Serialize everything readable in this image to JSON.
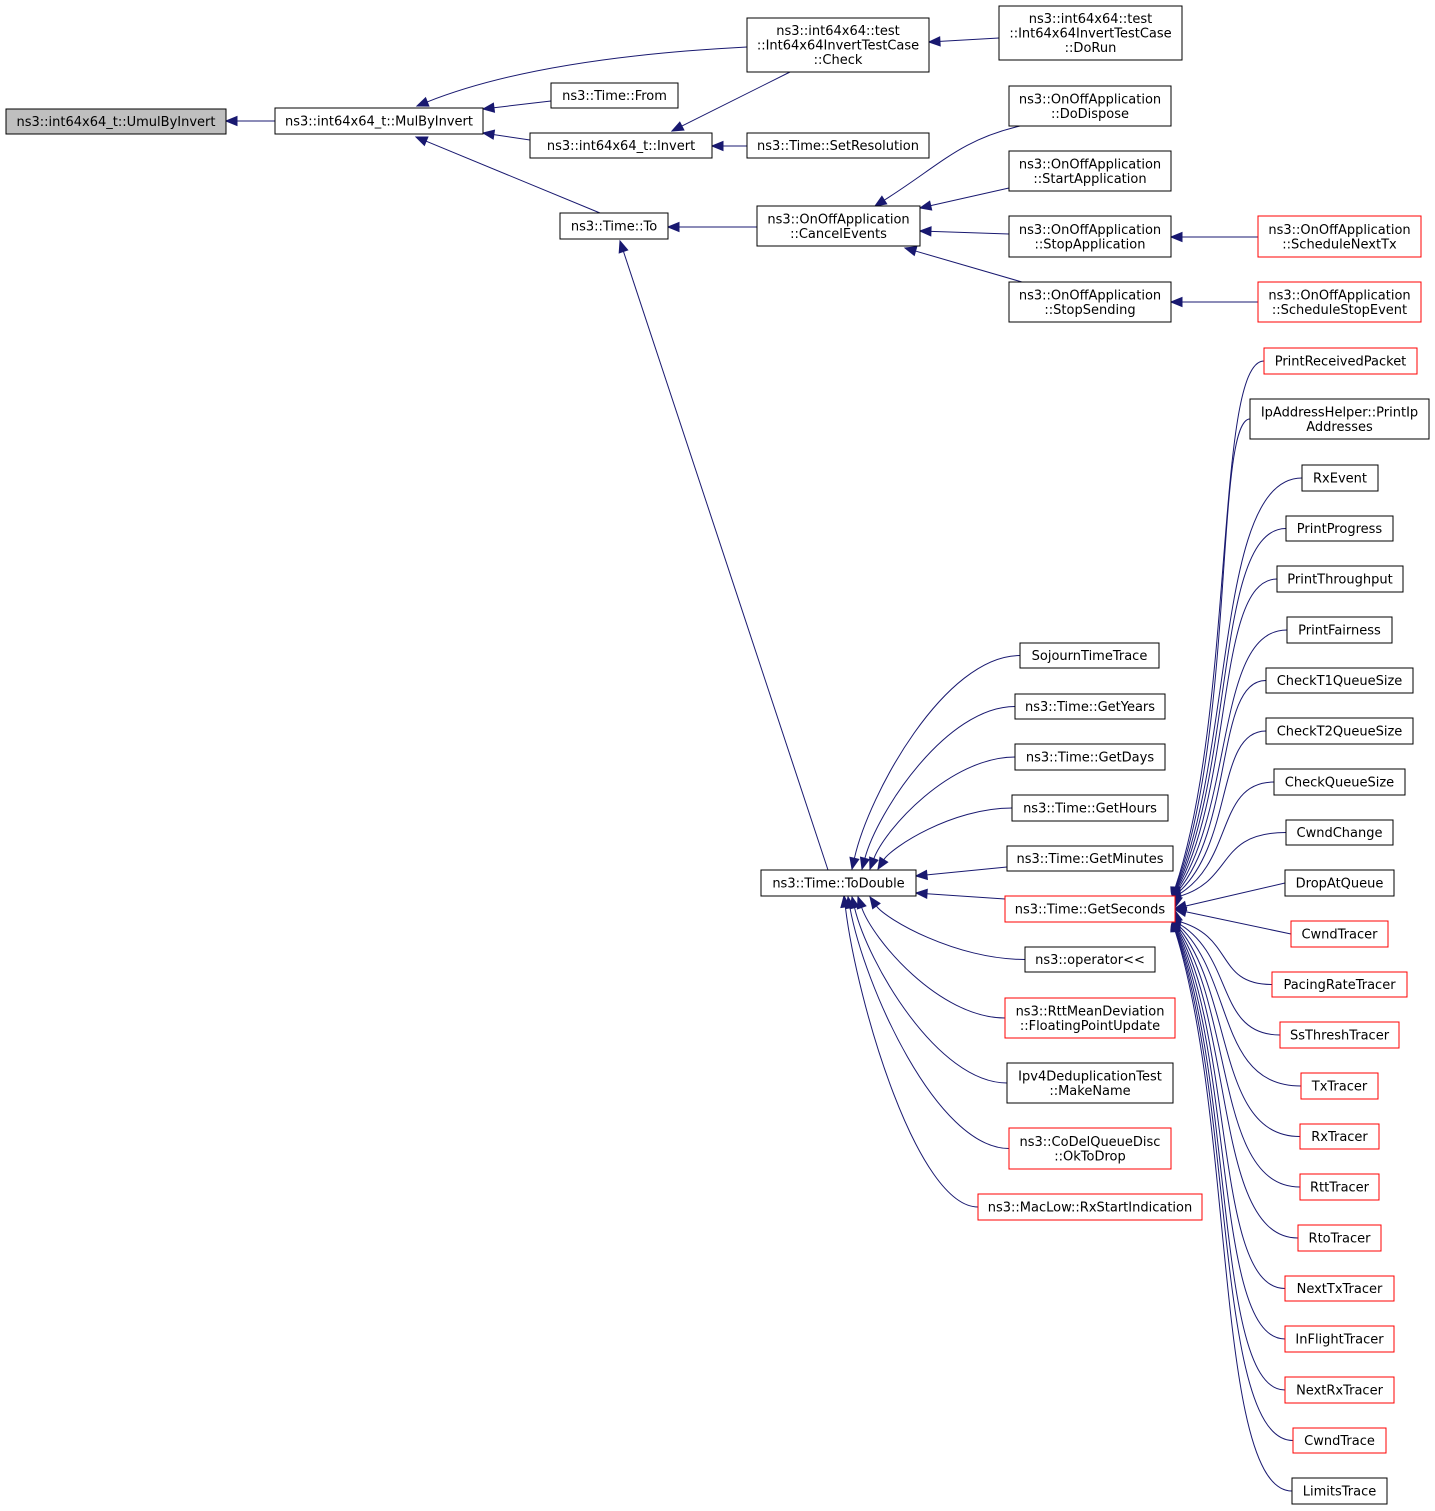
{
  "colors": {
    "edge": "#191970",
    "normal_border": "#000000",
    "truncated_border": "#ff0000",
    "root_fill": "#bfbfbf",
    "node_fill": "#ffffff"
  },
  "nodes": [
    {
      "id": "umul",
      "lines": [
        "ns3::int64x64_t::UmulByInvert"
      ],
      "style": "root"
    },
    {
      "id": "mulbyinvert",
      "lines": [
        "ns3::int64x64_t::MulByInvert"
      ],
      "style": "normal"
    },
    {
      "id": "check",
      "lines": [
        "ns3::int64x64::test",
        "::Int64x64InvertTestCase",
        "::Check"
      ],
      "style": "normal"
    },
    {
      "id": "dorun",
      "lines": [
        "ns3::int64x64::test",
        "::Int64x64InvertTestCase",
        "::DoRun"
      ],
      "style": "normal"
    },
    {
      "id": "from",
      "lines": [
        "ns3::Time::From"
      ],
      "style": "normal"
    },
    {
      "id": "invert",
      "lines": [
        "ns3::int64x64_t::Invert"
      ],
      "style": "normal"
    },
    {
      "id": "setres",
      "lines": [
        "ns3::Time::SetResolution"
      ],
      "style": "normal"
    },
    {
      "id": "to",
      "lines": [
        "ns3::Time::To"
      ],
      "style": "normal"
    },
    {
      "id": "cancel",
      "lines": [
        "ns3::OnOffApplication",
        "::CancelEvents"
      ],
      "style": "normal"
    },
    {
      "id": "dodispose",
      "lines": [
        "ns3::OnOffApplication",
        "::DoDispose"
      ],
      "style": "normal"
    },
    {
      "id": "startapp",
      "lines": [
        "ns3::OnOffApplication",
        "::StartApplication"
      ],
      "style": "normal"
    },
    {
      "id": "stopapp",
      "lines": [
        "ns3::OnOffApplication",
        "::StopApplication"
      ],
      "style": "normal"
    },
    {
      "id": "stopsend",
      "lines": [
        "ns3::OnOffApplication",
        "::StopSending"
      ],
      "style": "normal"
    },
    {
      "id": "schednexttx",
      "lines": [
        "ns3::OnOffApplication",
        "::ScheduleNextTx"
      ],
      "style": "truncated"
    },
    {
      "id": "schedstop",
      "lines": [
        "ns3::OnOffApplication",
        "::ScheduleStopEvent"
      ],
      "style": "truncated"
    },
    {
      "id": "todouble",
      "lines": [
        "ns3::Time::ToDouble"
      ],
      "style": "normal"
    },
    {
      "id": "sojourn",
      "lines": [
        "SojournTimeTrace"
      ],
      "style": "normal"
    },
    {
      "id": "getyears",
      "lines": [
        "ns3::Time::GetYears"
      ],
      "style": "normal"
    },
    {
      "id": "getdays",
      "lines": [
        "ns3::Time::GetDays"
      ],
      "style": "normal"
    },
    {
      "id": "gethours",
      "lines": [
        "ns3::Time::GetHours"
      ],
      "style": "normal"
    },
    {
      "id": "getminutes",
      "lines": [
        "ns3::Time::GetMinutes"
      ],
      "style": "normal"
    },
    {
      "id": "getseconds",
      "lines": [
        "ns3::Time::GetSeconds"
      ],
      "style": "truncated"
    },
    {
      "id": "operator",
      "lines": [
        "ns3::operator<<"
      ],
      "style": "normal"
    },
    {
      "id": "rttmean",
      "lines": [
        "ns3::RttMeanDeviation",
        "::FloatingPointUpdate"
      ],
      "style": "truncated"
    },
    {
      "id": "ipv4dedup",
      "lines": [
        "Ipv4DeduplicationTest",
        "::MakeName"
      ],
      "style": "normal"
    },
    {
      "id": "codel",
      "lines": [
        "ns3::CoDelQueueDisc",
        "::OkToDrop"
      ],
      "style": "truncated"
    },
    {
      "id": "maclow",
      "lines": [
        "ns3::MacLow::RxStartIndication"
      ],
      "style": "truncated"
    },
    {
      "id": "printrecv",
      "lines": [
        "PrintReceivedPacket"
      ],
      "style": "truncated"
    },
    {
      "id": "ipaddr",
      "lines": [
        "IpAddressHelper::PrintIp",
        "Addresses"
      ],
      "style": "normal"
    },
    {
      "id": "rxevent",
      "lines": [
        "RxEvent"
      ],
      "style": "normal"
    },
    {
      "id": "printprogress",
      "lines": [
        "PrintProgress"
      ],
      "style": "normal"
    },
    {
      "id": "printthroughput",
      "lines": [
        "PrintThroughput"
      ],
      "style": "normal"
    },
    {
      "id": "printfairness",
      "lines": [
        "PrintFairness"
      ],
      "style": "normal"
    },
    {
      "id": "checkt1",
      "lines": [
        "CheckT1QueueSize"
      ],
      "style": "normal"
    },
    {
      "id": "checkt2",
      "lines": [
        "CheckT2QueueSize"
      ],
      "style": "normal"
    },
    {
      "id": "checkqueue",
      "lines": [
        "CheckQueueSize"
      ],
      "style": "normal"
    },
    {
      "id": "cwndchange",
      "lines": [
        "CwndChange"
      ],
      "style": "normal"
    },
    {
      "id": "dropatqueue",
      "lines": [
        "DropAtQueue"
      ],
      "style": "normal"
    },
    {
      "id": "cwndtracer",
      "lines": [
        "CwndTracer"
      ],
      "style": "truncated"
    },
    {
      "id": "pacingrate",
      "lines": [
        "PacingRateTracer"
      ],
      "style": "truncated"
    },
    {
      "id": "ssthresh",
      "lines": [
        "SsThreshTracer"
      ],
      "style": "truncated"
    },
    {
      "id": "txtracer",
      "lines": [
        "TxTracer"
      ],
      "style": "truncated"
    },
    {
      "id": "rxtracer",
      "lines": [
        "RxTracer"
      ],
      "style": "truncated"
    },
    {
      "id": "rtttracer",
      "lines": [
        "RttTracer"
      ],
      "style": "truncated"
    },
    {
      "id": "rtotracer",
      "lines": [
        "RtoTracer"
      ],
      "style": "truncated"
    },
    {
      "id": "nexttxtracer",
      "lines": [
        "NextTxTracer"
      ],
      "style": "truncated"
    },
    {
      "id": "inflight",
      "lines": [
        "InFlightTracer"
      ],
      "style": "truncated"
    },
    {
      "id": "nextrxtracer",
      "lines": [
        "NextRxTracer"
      ],
      "style": "truncated"
    },
    {
      "id": "cwndtrace",
      "lines": [
        "CwndTrace"
      ],
      "style": "truncated"
    },
    {
      "id": "limitstrace",
      "lines": [
        "LimitsTrace"
      ],
      "style": "normal"
    }
  ],
  "edges": [
    {
      "from": "mulbyinvert",
      "to": "umul"
    },
    {
      "from": "check",
      "to": "mulbyinvert"
    },
    {
      "from": "from",
      "to": "mulbyinvert"
    },
    {
      "from": "invert",
      "to": "mulbyinvert"
    },
    {
      "from": "to",
      "to": "mulbyinvert"
    },
    {
      "from": "dorun",
      "to": "check"
    },
    {
      "from": "check",
      "to": "invert"
    },
    {
      "from": "setres",
      "to": "invert"
    },
    {
      "from": "cancel",
      "to": "to"
    },
    {
      "from": "todouble",
      "to": "to"
    },
    {
      "from": "dodispose",
      "to": "cancel"
    },
    {
      "from": "startapp",
      "to": "cancel"
    },
    {
      "from": "stopapp",
      "to": "cancel"
    },
    {
      "from": "stopsend",
      "to": "cancel"
    },
    {
      "from": "schednexttx",
      "to": "stopapp"
    },
    {
      "from": "schedstop",
      "to": "stopsend"
    },
    {
      "from": "sojourn",
      "to": "todouble"
    },
    {
      "from": "getyears",
      "to": "todouble"
    },
    {
      "from": "getdays",
      "to": "todouble"
    },
    {
      "from": "gethours",
      "to": "todouble"
    },
    {
      "from": "getminutes",
      "to": "todouble"
    },
    {
      "from": "getseconds",
      "to": "todouble"
    },
    {
      "from": "operator",
      "to": "todouble"
    },
    {
      "from": "rttmean",
      "to": "todouble"
    },
    {
      "from": "ipv4dedup",
      "to": "todouble"
    },
    {
      "from": "codel",
      "to": "todouble"
    },
    {
      "from": "maclow",
      "to": "todouble"
    },
    {
      "from": "printrecv",
      "to": "getseconds"
    },
    {
      "from": "ipaddr",
      "to": "getseconds"
    },
    {
      "from": "rxevent",
      "to": "getseconds"
    },
    {
      "from": "printprogress",
      "to": "getseconds"
    },
    {
      "from": "printthroughput",
      "to": "getseconds"
    },
    {
      "from": "printfairness",
      "to": "getseconds"
    },
    {
      "from": "checkt1",
      "to": "getseconds"
    },
    {
      "from": "checkt2",
      "to": "getseconds"
    },
    {
      "from": "checkqueue",
      "to": "getseconds"
    },
    {
      "from": "cwndchange",
      "to": "getseconds"
    },
    {
      "from": "dropatqueue",
      "to": "getseconds"
    },
    {
      "from": "cwndtracer",
      "to": "getseconds"
    },
    {
      "from": "pacingrate",
      "to": "getseconds"
    },
    {
      "from": "ssthresh",
      "to": "getseconds"
    },
    {
      "from": "txtracer",
      "to": "getseconds"
    },
    {
      "from": "rxtracer",
      "to": "getseconds"
    },
    {
      "from": "rtttracer",
      "to": "getseconds"
    },
    {
      "from": "rtotracer",
      "to": "getseconds"
    },
    {
      "from": "nexttxtracer",
      "to": "getseconds"
    },
    {
      "from": "inflight",
      "to": "getseconds"
    },
    {
      "from": "nextrxtracer",
      "to": "getseconds"
    },
    {
      "from": "cwndtrace",
      "to": "getseconds"
    },
    {
      "from": "limitstrace",
      "to": "getseconds"
    }
  ]
}
